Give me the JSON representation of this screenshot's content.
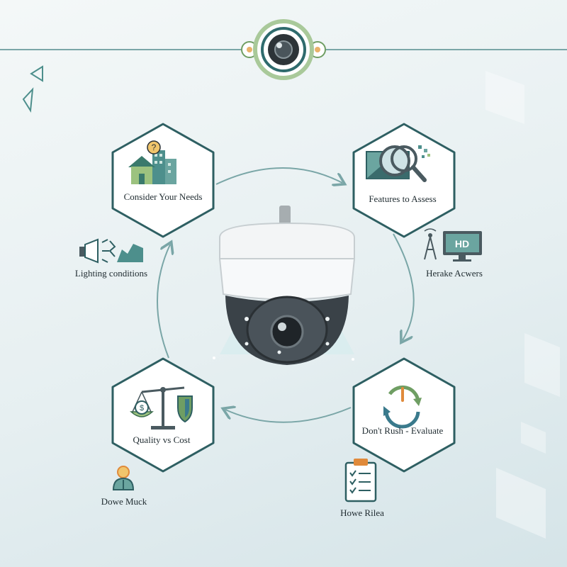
{
  "colors": {
    "accent_teal": "#2f6b6d",
    "accent_green": "#6f9e63",
    "line": "#7aa6a7",
    "hex_border": "#2e5f62",
    "text": "#1f2b30"
  },
  "cycle_steps": [
    {
      "label": "Consider Your Needs",
      "icon": "house-buildings-question-icon"
    },
    {
      "label": "Features to Assess",
      "icon": "magnifier-image-icon"
    },
    {
      "label": "Don't Rush - Evaluate",
      "icon": "circular-arrows-icon"
    },
    {
      "label": "Quality vs Cost",
      "icon": "scale-shield-icon"
    }
  ],
  "side_notes": [
    {
      "label": "Lighting conditions",
      "icon": "spotlight-icon"
    },
    {
      "label": "Herake Acwers",
      "icon": "hd-monitor-antenna-icon"
    },
    {
      "label": "Howe Rilea",
      "icon": "clipboard-checklist-icon"
    },
    {
      "label": "Dowe Muck",
      "icon": "figure-icon"
    }
  ],
  "center": {
    "icon": "dome-security-camera-icon"
  },
  "header": {
    "icon": "camera-lens-badge-icon"
  }
}
